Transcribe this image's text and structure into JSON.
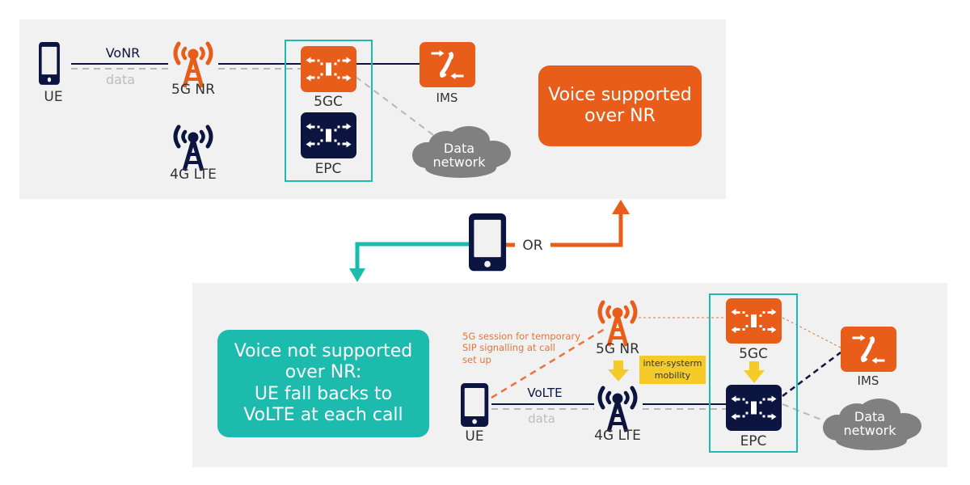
{
  "colors": {
    "orange": "#e85d1a",
    "navy": "#0c1540",
    "teal": "#1dbbad",
    "yellow": "#f5cb2a",
    "gray_cloud": "#808080",
    "panel_bg": "#f1f1f1"
  },
  "top_panel": {
    "ue_label": "UE",
    "link_voice_label": "VoNR",
    "link_data_label": "data",
    "nr_label": "5G NR",
    "lte_label": "4G LTE",
    "core_5gc_label": "5GC",
    "core_epc_label": "EPC",
    "ims_label": "IMS",
    "cloud_line1": "Data",
    "cloud_line2": "network",
    "callout_line1": "Voice supported",
    "callout_line2": "over NR"
  },
  "middle": {
    "or_label": "OR"
  },
  "bottom_panel": {
    "callout_line1": "Voice not supported",
    "callout_line2": "over NR:",
    "callout_line3": "UE fall backs to",
    "callout_line4": "VoLTE at each call",
    "note_line1": "5G session for temporary",
    "note_line2": "SIP signalling at call",
    "note_line3": "set up",
    "ue_label": "UE",
    "link_voice_label": "VoLTE",
    "link_data_label": "data",
    "nr_label": "5G NR",
    "lte_label": "4G LTE",
    "mobility_line1": "inter-systerm",
    "mobility_line2": "mobility",
    "core_5gc_label": "5GC",
    "core_epc_label": "EPC",
    "ims_label": "IMS",
    "cloud_line1": "Data",
    "cloud_line2": "network"
  }
}
